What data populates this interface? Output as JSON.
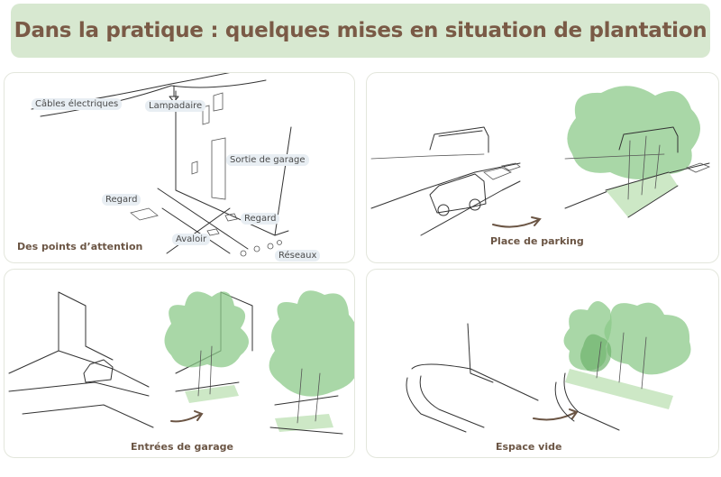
{
  "title": "Dans la pratique : quelques mises en situation de plantation",
  "panels": {
    "attention": {
      "caption": "Des points d’attention",
      "labels": {
        "cables": "Câbles électriques",
        "lampadaire": "Lampadaire",
        "sortie": "Sortie de garage",
        "regard1": "Regard",
        "regard2": "Regard",
        "avaloir": "Avaloir",
        "reseaux": "Réseaux"
      }
    },
    "parking": {
      "caption": "Place de parking"
    },
    "garage": {
      "caption": "Entrées de garage"
    },
    "vide": {
      "caption": "Espace vide"
    }
  },
  "colors": {
    "header_bg": "#d7e8d0",
    "title": "#7a5a46",
    "foliage": "#8cc98a",
    "caption": "#6b5544",
    "label_bg": "#e8eef3"
  }
}
